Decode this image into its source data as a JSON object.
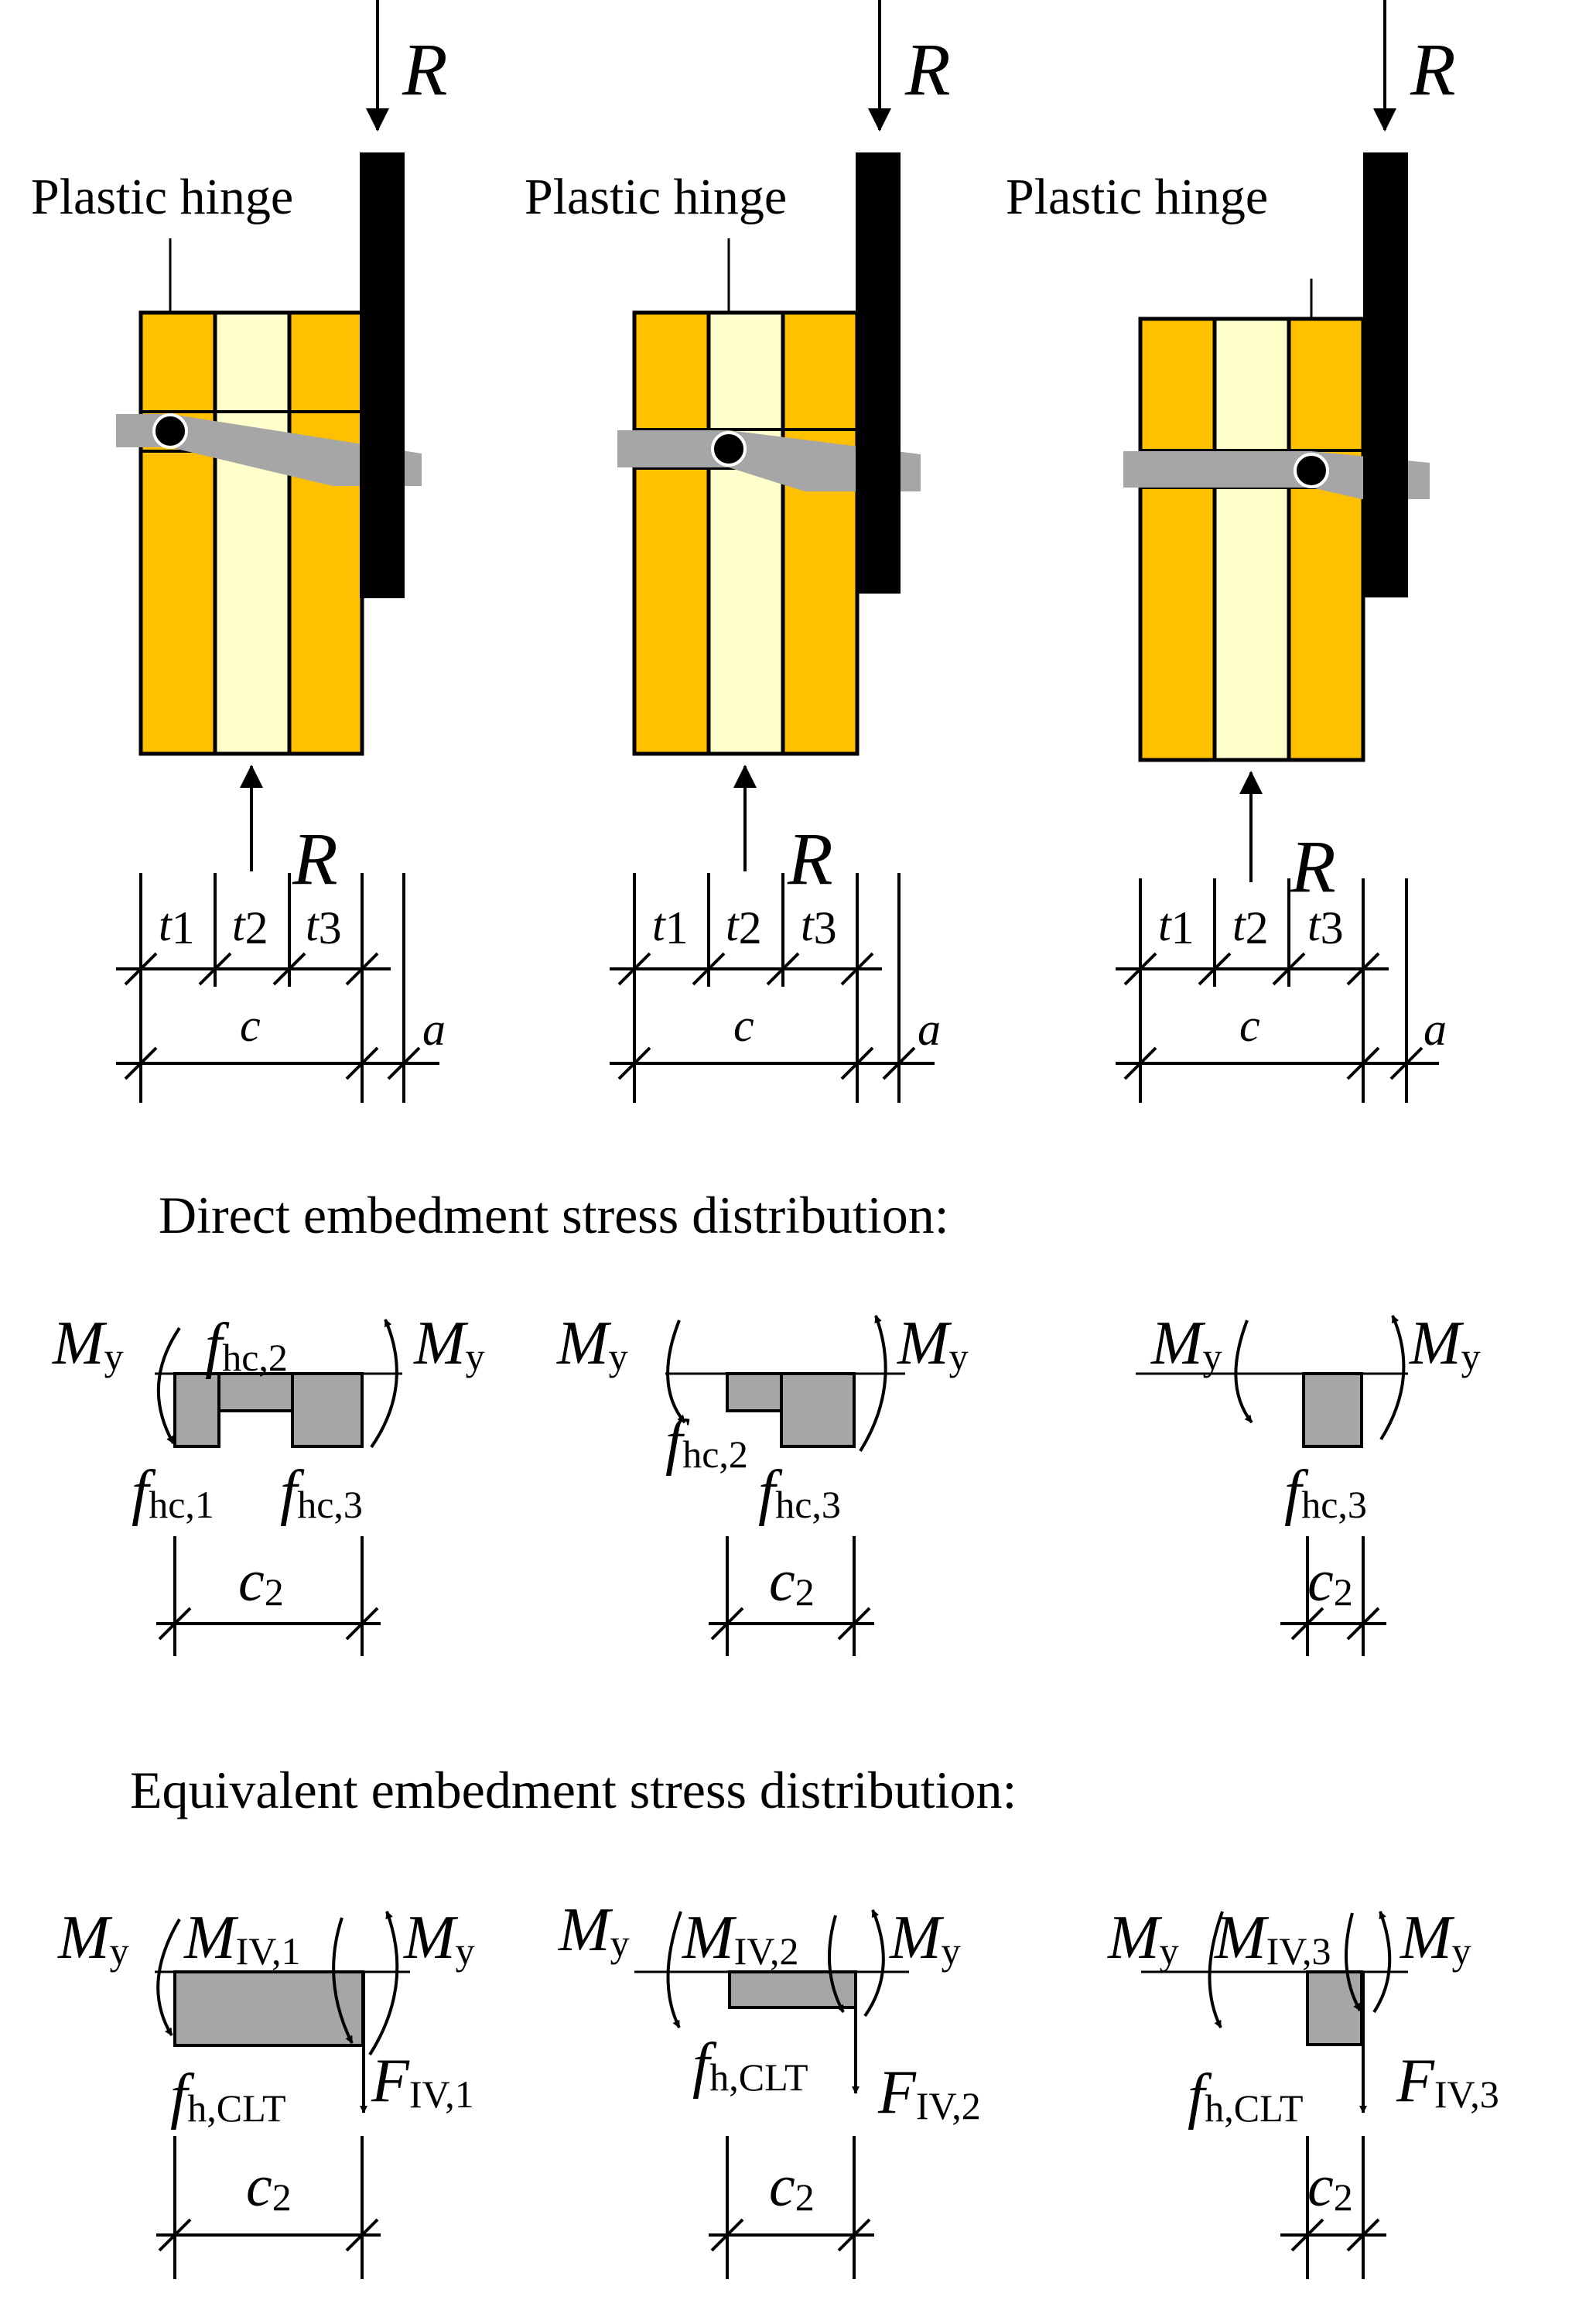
{
  "colors": {
    "outer_layer": "#FFC000",
    "middle_layer": "#FFFFCC",
    "steel_plate": "#000000",
    "dowel": "#A6A6A6",
    "stress_block": "#A6A6A6"
  },
  "labels": {
    "plastic_hinge": "Plastic hinge",
    "R": "R",
    "t": "t",
    "c": "c",
    "a": "a",
    "sub1": "1",
    "sub2": "2",
    "sub3": "3"
  },
  "sections": {
    "direct": "Direct embedment stress distribution:",
    "equivalent": "Equivalent embedment stress distribution:"
  },
  "stress": {
    "M": "M",
    "y": "y",
    "f": "f",
    "hc1": "hc,1",
    "hc2": "hc,2",
    "hc3": "hc,3",
    "hCLT": "h,CLT",
    "c": "c",
    "two": "2",
    "IV1": "IV,1",
    "IV2": "IV,2",
    "IV3": "IV,3",
    "F": "F"
  }
}
